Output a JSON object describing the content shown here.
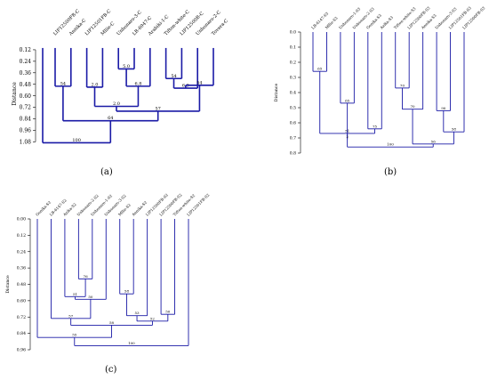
{
  "panels": [
    {
      "id": "a",
      "caption": "(a)",
      "yaxis_label": "Distance",
      "ticks": [
        "0.12",
        "0.24",
        "0.36",
        "0.48",
        "0.60",
        "0.72",
        "0.84",
        "0.96",
        "1.08"
      ],
      "tick_values": [
        0.12,
        0.24,
        0.36,
        0.48,
        0.6,
        0.72,
        0.84,
        0.96,
        1.08
      ],
      "domain": [
        0.0,
        1.16
      ],
      "leaves": [
        "LIP12500FB-C",
        "Annika-C",
        "LIP12501FB-C",
        "Mllie-C",
        "Unbonaro-3-C",
        "LB-6947-C",
        "Arabiki-1-C",
        "Tifton-white-C",
        "LIP12500B-C",
        "Unbonaro-2-C",
        "Tovera-C"
      ],
      "nodes": [
        {
          "id": "a_n1",
          "children": [
            0,
            1
          ],
          "h": 0.5,
          "label": "54"
        },
        {
          "id": "a_n2",
          "children": [
            2,
            3
          ],
          "h": 0.51,
          "label": "2.0"
        },
        {
          "id": "a_n3",
          "children": [
            4,
            5
          ],
          "h": 0.32,
          "label": "5.0"
        },
        {
          "id": "a_n4",
          "children": [
            "a_n3",
            6
          ],
          "h": 0.5,
          "label": "6.8"
        },
        {
          "id": "a_n5",
          "children": [
            7,
            8
          ],
          "h": 0.42,
          "label": "54"
        },
        {
          "id": "a_n6",
          "children": [
            "a_n5",
            9
          ],
          "h": 0.52,
          "label": "6.9"
        },
        {
          "id": "a_n7",
          "children": [
            "a_n6",
            10
          ],
          "h": 0.49,
          "label": "54"
        },
        {
          "id": "a_n8",
          "children": [
            "a_n2",
            "a_n4"
          ],
          "h": 0.71,
          "label": "2.0"
        },
        {
          "id": "a_n9",
          "children": [
            "a_n7",
            "a_n8"
          ],
          "h": 0.76,
          "label": "57"
        },
        {
          "id": "a_n10",
          "children": [
            "a_n1",
            "a_n9"
          ],
          "h": 0.86,
          "label": "64"
        },
        {
          "id": "a_n11",
          "children": [
            -1,
            "a_n10"
          ],
          "h": 1.09,
          "label": "100"
        }
      ]
    },
    {
      "id": "b",
      "caption": "(b)",
      "yaxis_label": "Distance",
      "ticks": [
        "0.0",
        "0.1",
        "0.2",
        "0.3",
        "0.4",
        "0.5",
        "0.6",
        "0.7",
        "0.8"
      ],
      "tick_values": [
        0.0,
        0.1,
        0.2,
        0.3,
        0.4,
        0.5,
        0.6,
        0.7,
        0.8
      ],
      "domain": [
        0.0,
        0.8
      ],
      "leaves": [
        "LB-6147-S3",
        "Mllie-S3",
        "Unbonaro-1-S3",
        "Unbonaro-2-S3",
        "Gonika-S3",
        "Azika-S3",
        "Tifton-white-S3",
        "LIP12500FB-S3",
        "Annika-S3",
        "Unbonaro-3-S3",
        "LIP12501FB-S3",
        "LIP12500FB-S3"
      ],
      "nodes": [
        {
          "id": "b_n1",
          "children": [
            0,
            1
          ],
          "h": 0.26,
          "label": "65"
        },
        {
          "id": "b_n2",
          "children": [
            2,
            3
          ],
          "h": 0.47,
          "label": "65"
        },
        {
          "id": "b_n3",
          "children": [
            4,
            5
          ],
          "h": 0.64,
          "label": "75"
        },
        {
          "id": "b_n4",
          "children": [
            "b_n1",
            "b_n3"
          ],
          "h": 0.67,
          "label": "51"
        },
        {
          "id": "b_n5",
          "children": [
            6,
            7
          ],
          "h": 0.37,
          "label": "70"
        },
        {
          "id": "b_n6",
          "children": [
            "b_n5",
            8
          ],
          "h": 0.51,
          "label": "70"
        },
        {
          "id": "b_n7",
          "children": [
            9,
            10
          ],
          "h": 0.52,
          "label": "90"
        },
        {
          "id": "b_n8",
          "children": [
            "b_n7",
            11
          ],
          "h": 0.66,
          "label": "58"
        },
        {
          "id": "b_n9",
          "children": [
            "b_n4",
            "b_n2"
          ],
          "h": 0.71,
          "label": "2"
        },
        {
          "id": "b_n10",
          "children": [
            "b_n6",
            "b_n8"
          ],
          "h": 0.74,
          "label": "56"
        },
        {
          "id": "b_n11",
          "children": [
            "b_n9",
            "b_n10"
          ],
          "h": 0.76,
          "label": "100"
        }
      ]
    },
    {
      "id": "c",
      "caption": "(c)",
      "yaxis_label": "Distance",
      "ticks": [
        "0.00",
        "0.12",
        "0.24",
        "0.36",
        "0.48",
        "0.60",
        "0.72",
        "0.84",
        "0.96"
      ],
      "tick_values": [
        0.0,
        0.12,
        0.24,
        0.36,
        0.48,
        0.6,
        0.72,
        0.84,
        0.96
      ],
      "domain": [
        0.0,
        0.96
      ],
      "leaves": [
        "Gonika-S2",
        "LB-6147-S2",
        "Azika-S2",
        "Unbonaro-2-S2",
        "Unbonaro-1-S2",
        "Unbonaro-3-S2",
        "Mllie-S2",
        "Annika-S2",
        "LIP12500FB-S2",
        "LIP12500FB-S2",
        "Tifton-white-S2",
        "LIP12501FB-S2"
      ],
      "nodes": [
        {
          "id": "c_n1",
          "children": [
            3,
            4
          ],
          "h": 0.44,
          "label": "76"
        },
        {
          "id": "c_n2",
          "children": [
            2,
            "c_n1"
          ],
          "h": 0.57,
          "label": "51"
        },
        {
          "id": "c_n3",
          "children": [
            "c_n2",
            5
          ],
          "h": 0.59,
          "label": "50"
        },
        {
          "id": "c_n4",
          "children": [
            1,
            "c_n3"
          ],
          "h": 0.73,
          "label": "57"
        },
        {
          "id": "c_n5",
          "children": [
            6,
            7
          ],
          "h": 0.55,
          "label": "58"
        },
        {
          "id": "c_n6",
          "children": [
            "c_n5",
            8
          ],
          "h": 0.71,
          "label": "53"
        },
        {
          "id": "c_n7",
          "children": [
            9,
            10
          ],
          "h": 0.7,
          "label": "50"
        },
        {
          "id": "c_n8",
          "children": [
            "c_n6",
            "c_n7"
          ],
          "h": 0.75,
          "label": "52"
        },
        {
          "id": "c_n9",
          "children": [
            "c_n4",
            "c_n8"
          ],
          "h": 0.78,
          "label": "58"
        },
        {
          "id": "c_n10",
          "children": [
            0,
            "c_n9"
          ],
          "h": 0.87,
          "label": "55"
        },
        {
          "id": "c_n11",
          "children": [
            "c_n10",
            11
          ],
          "h": 0.93,
          "label": "100"
        }
      ]
    }
  ]
}
